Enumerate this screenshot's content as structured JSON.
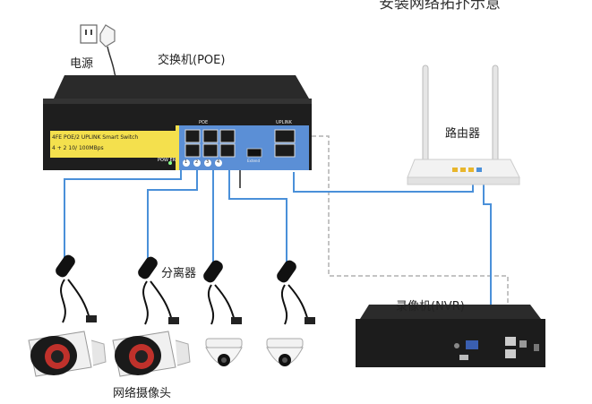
{
  "header": {
    "partial_title": "安装网络拓扑示意"
  },
  "labels": {
    "power": "电源",
    "switch": "交换机(POE)",
    "router": "路由器",
    "splitter": "分离器",
    "nvr": "录像机(NVR)",
    "cameras": "网络摄像头"
  },
  "switch_panel": {
    "model_line1": "4FE POE/2 UPLINK Smart Switch",
    "model_line2": "4 + 2 10/ 100MBps",
    "poe_tag": "POE",
    "uplink_tag": "UPLINK",
    "power_tag": "POW ER",
    "port_numbers": [
      "1",
      "2",
      "3",
      "4"
    ],
    "extend_tag": "Extend"
  },
  "colors": {
    "network_cable": "#4a90d9",
    "uplink_cable": "#aaaaaa",
    "switch_body": "#1e1e1e",
    "switch_label": "#f4e04d",
    "switch_port_area": "#5b8fd6",
    "router_body": "#f2f2f2",
    "nvr_body": "#1c1c1c"
  },
  "icons": [
    "power-plug-icon",
    "poe-switch-icon",
    "router-icon",
    "nvr-icon",
    "splitter-icon",
    "bullet-camera-icon",
    "dome-camera-icon"
  ]
}
